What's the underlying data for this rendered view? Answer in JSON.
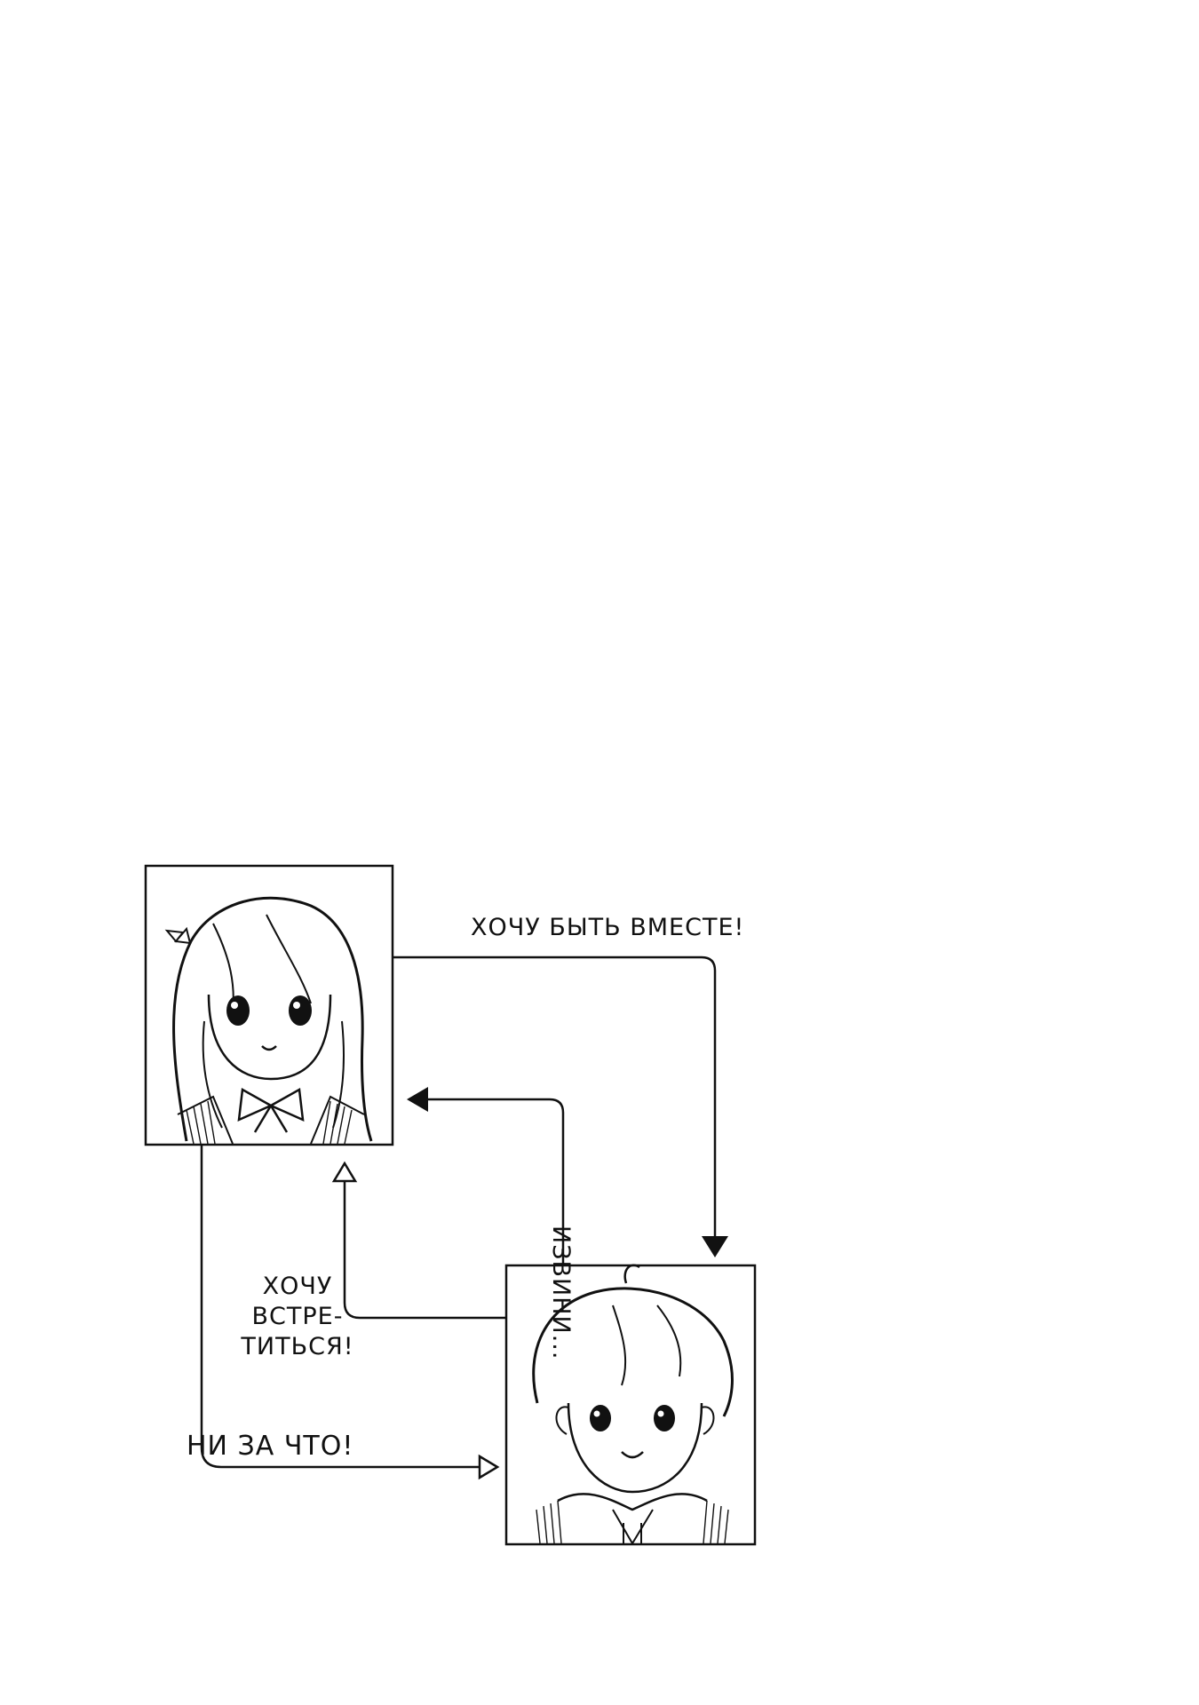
{
  "arrows": {
    "wish_together": "ХОЧУ БЫТЬ ВМЕСТЕ!",
    "sorry": "ИЗВИНИ...",
    "want_to_meet": [
      "ХОЧУ",
      "ВСТРЕ-",
      "ТИТЬСЯ!"
    ],
    "no_way": "НИ ЗА ЧТО!"
  },
  "colors": {
    "ink": "#111111",
    "paper": "#ffffff"
  },
  "icons": {
    "girl_portrait": "girl-portrait-icon",
    "boy_portrait": "boy-portrait-icon"
  }
}
